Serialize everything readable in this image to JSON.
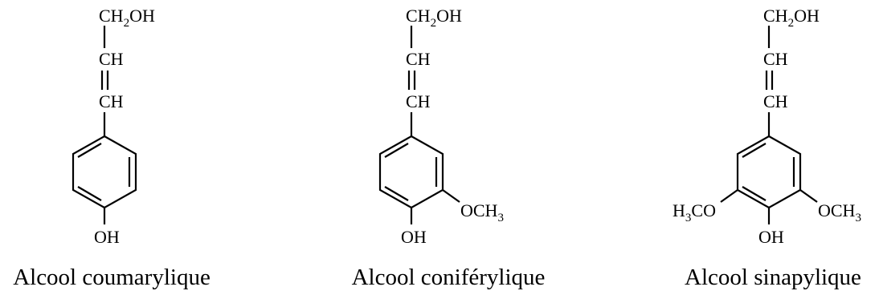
{
  "molecules": [
    {
      "name": "Alcool coumarylique",
      "top_group": {
        "pre": "CH",
        "sub": "2",
        "post": "OH"
      },
      "chain_1": "CH",
      "chain_2": "CH",
      "para": "OH"
    },
    {
      "name": "Alcool coniférylique",
      "top_group": {
        "pre": "CH",
        "sub": "2",
        "post": "OH"
      },
      "chain_1": "CH",
      "chain_2": "CH",
      "para": "OH",
      "meta_right": {
        "pre": "OCH",
        "sub": "3"
      }
    },
    {
      "name": "Alcool sinapylique",
      "top_group": {
        "pre": "CH",
        "sub": "2",
        "post": "OH"
      },
      "chain_1": "CH",
      "chain_2": "CH",
      "para": "OH",
      "meta_left": {
        "pre": "H",
        "sub": "3",
        "post": "CO"
      },
      "meta_right": {
        "pre": "OCH",
        "sub": "3"
      }
    }
  ]
}
